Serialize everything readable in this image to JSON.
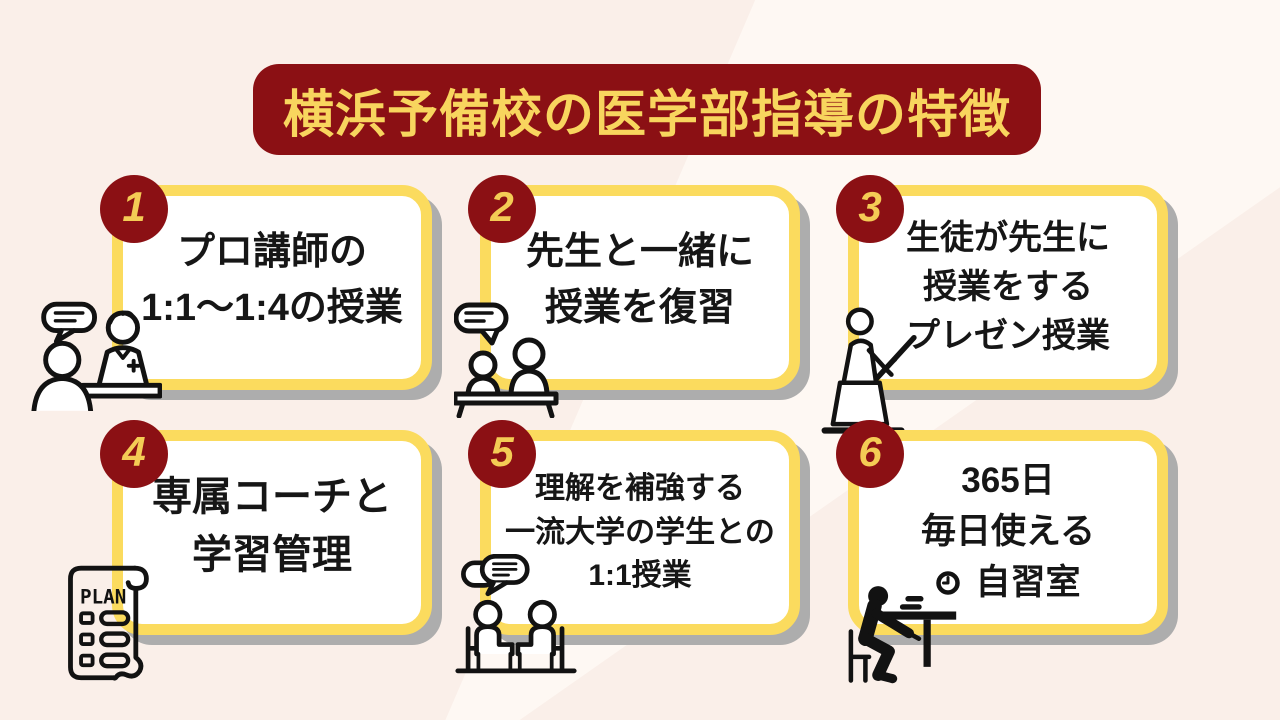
{
  "banner": {
    "title": "横浜予備校の医学部指導の特徴"
  },
  "colors": {
    "maroon": "#8B1014",
    "card_border_yellow": "#FBDB5E",
    "title_text_yellow": "#F8D55E",
    "number_yellow": "#F4CC55",
    "background": "#FAEFE9",
    "background_light_band": "#FEF8F3",
    "card_shadow_gray": "#ADADAD",
    "text": "#161616"
  },
  "cards": [
    {
      "number": "1",
      "lines": [
        "プロ講師の",
        "1:1〜1:4の授業"
      ],
      "icon": "teacher-and-student-icon"
    },
    {
      "number": "2",
      "lines": [
        "先生と一緒に",
        "授業を復習"
      ],
      "icon": "review-with-teacher-icon"
    },
    {
      "number": "3",
      "lines": [
        "生徒が先生に",
        "授業をする",
        "プレゼン授業"
      ],
      "icon": "presentation-pointer-icon"
    },
    {
      "number": "4",
      "lines": [
        "専属コーチと",
        "学習管理"
      ],
      "icon": "plan-scroll-icon",
      "icon_label": "PLAN"
    },
    {
      "number": "5",
      "lines": [
        "理解を補強する",
        "一流大学の学生との",
        "1:1授業"
      ],
      "icon": "discussion-pair-icon"
    },
    {
      "number": "6",
      "lines": [
        "365日",
        "毎日使える",
        "自習室"
      ],
      "icon": "studying-at-desk-icon",
      "inline_icon": "clock-icon"
    }
  ]
}
